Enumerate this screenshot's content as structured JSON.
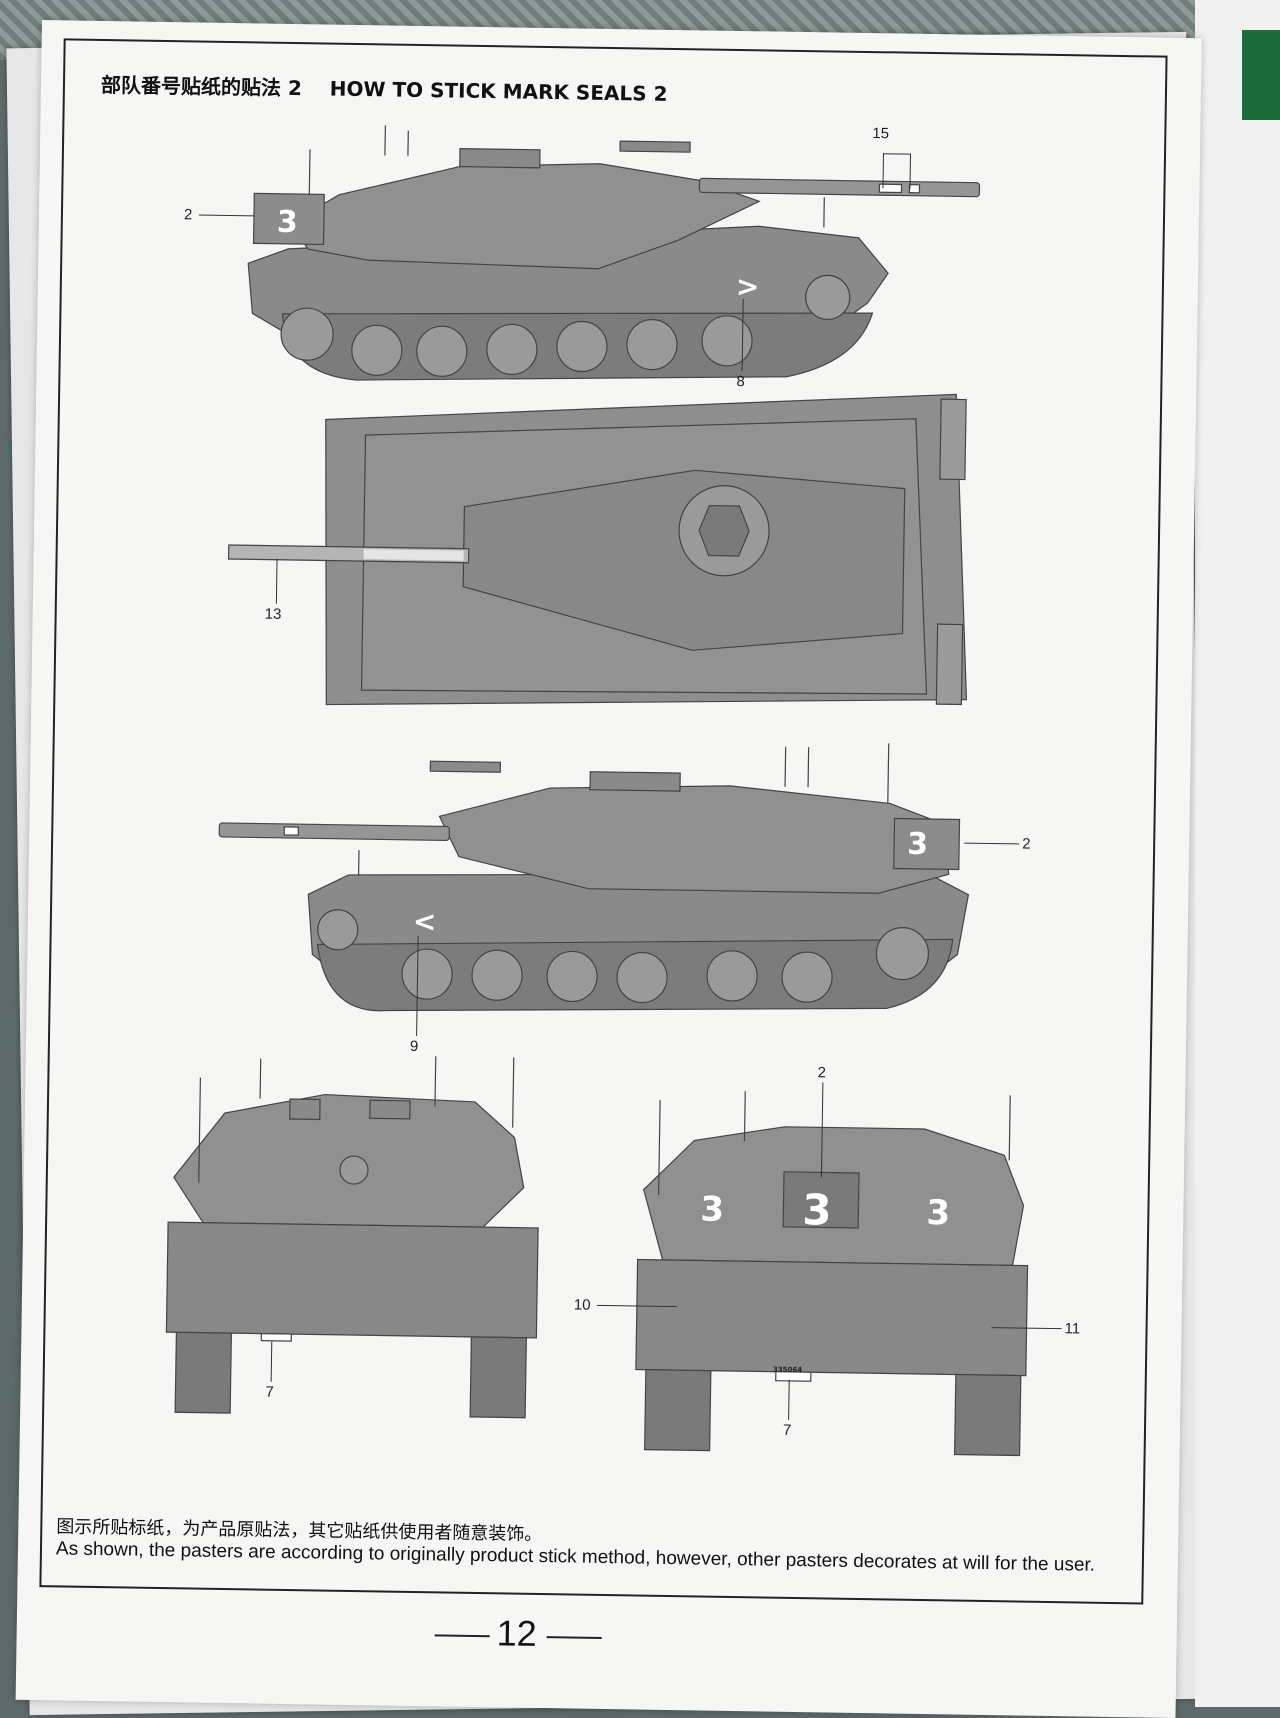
{
  "page": {
    "title_cn": "部队番号贴纸的贴法 2",
    "title_en": "HOW TO STICK MARK SEALS 2",
    "page_number": "12",
    "note_cn": "图示所贴标纸，为产品原贴法，其它贴纸供使用者随意装饰。",
    "note_en": "As shown, the pasters are according to originally product stick method, however, other pasters decorates at will for the user."
  },
  "callouts": {
    "c15": "15",
    "c2a": "2",
    "c8": "8",
    "c13": "13",
    "c2b": "2",
    "c9": "9",
    "c2c": "2",
    "c10": "10",
    "c11": "11",
    "c7a": "7",
    "c7b": "7"
  },
  "markings": {
    "turret_number": "3",
    "chevron_right": ">",
    "chevron_left": "<",
    "plate_number": "335064"
  },
  "colors": {
    "tank_gray": "#8a8a8a",
    "page": "#f6f6f4"
  }
}
